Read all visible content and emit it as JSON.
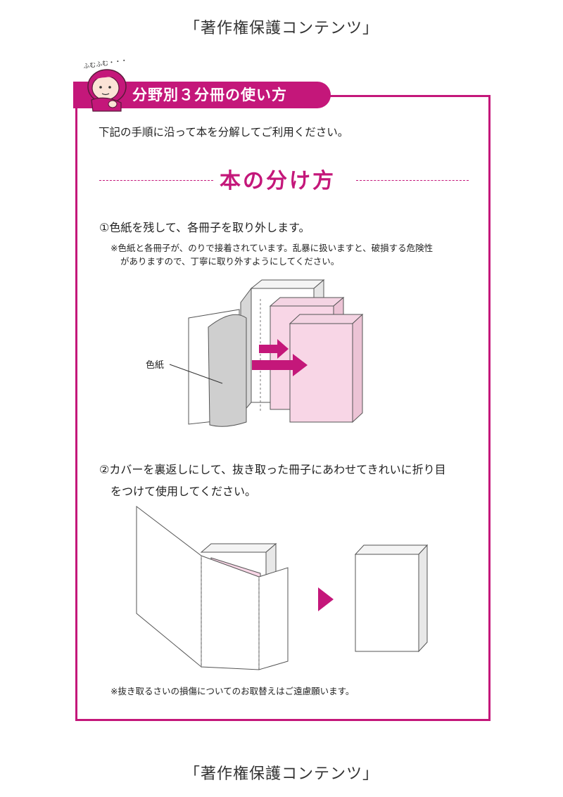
{
  "watermark": "「著作権保護コンテンツ」",
  "speech_bubble": "ふむふむ・・・",
  "header": {
    "title": "分野別３分冊の使い方"
  },
  "intro": "下記の手順に沿って本を分解してご利用ください。",
  "section_title": "本の分け方",
  "step1": {
    "text": "①色紙を残して、各冊子を取り外します。",
    "note_line1": "※色紙と各冊子が、のりで接着されています。乱暴に扱いますと、破損する危険性",
    "note_line2": "がありますので、丁寧に取り外すようにしてください。",
    "label": "色紙"
  },
  "step2": {
    "line1": "②カバーを裏返しにして、抜き取った冊子にあわせてきれいに折り目",
    "line2": "をつけて使用してください。"
  },
  "footer_note": "※抜き取るさいの損傷についてのお取替えはご遠慮願います。",
  "colors": {
    "accent": "#c4177a",
    "pink_fill": "#f8d6e6",
    "gray_fill": "#cfcfcf"
  }
}
